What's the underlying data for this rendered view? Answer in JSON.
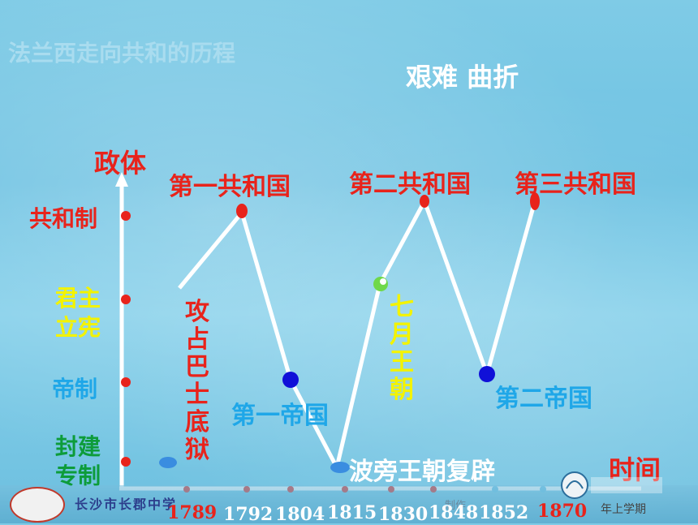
{
  "title": "法兰西走向共和的历程",
  "subtitle": "艰难 曲折",
  "axes": {
    "ylabel": "政体",
    "xlabel": "时间"
  },
  "y_levels": [
    {
      "label": "共和制",
      "color": "#e8231b"
    },
    {
      "label": "君主\n立宪",
      "color": "#f3f300"
    },
    {
      "label": "帝制",
      "color": "#1fa7e8"
    },
    {
      "label": "封建\n专制",
      "color": "#0d9c3a"
    }
  ],
  "x_ticks": [
    {
      "label": "1789",
      "color": "#e8231b"
    },
    {
      "label": "1792",
      "color": "#ffffff"
    },
    {
      "label": "1804",
      "color": "#ffffff"
    },
    {
      "label": "1815",
      "color": "#ffffff"
    },
    {
      "label": "1830",
      "color": "#ffffff"
    },
    {
      "label": "1848",
      "color": "#ffffff"
    },
    {
      "label": "1852",
      "color": "#ffffff"
    },
    {
      "label": "1870",
      "color": "#e8231b"
    }
  ],
  "stages": {
    "first_republic": "第一共和国",
    "second_republic": "第二共和国",
    "third_republic": "第三共和国",
    "first_empire": "第一帝国",
    "second_empire": "第二帝国",
    "bourbon_restoration": "波旁王朝复辟",
    "july_monarchy": "七月王朝",
    "bastille": "攻占巴士底狱"
  },
  "colors": {
    "republic": "#e8231b",
    "empire": "#1fa7e8",
    "monarchy": "#f3f300",
    "feudal": "#0d9c3a",
    "line": "#ffffff",
    "empire_node": "#1010d8"
  },
  "footer": {
    "school": "长沙市长郡中学",
    "semester": "年上学期",
    "credit": "制作"
  }
}
